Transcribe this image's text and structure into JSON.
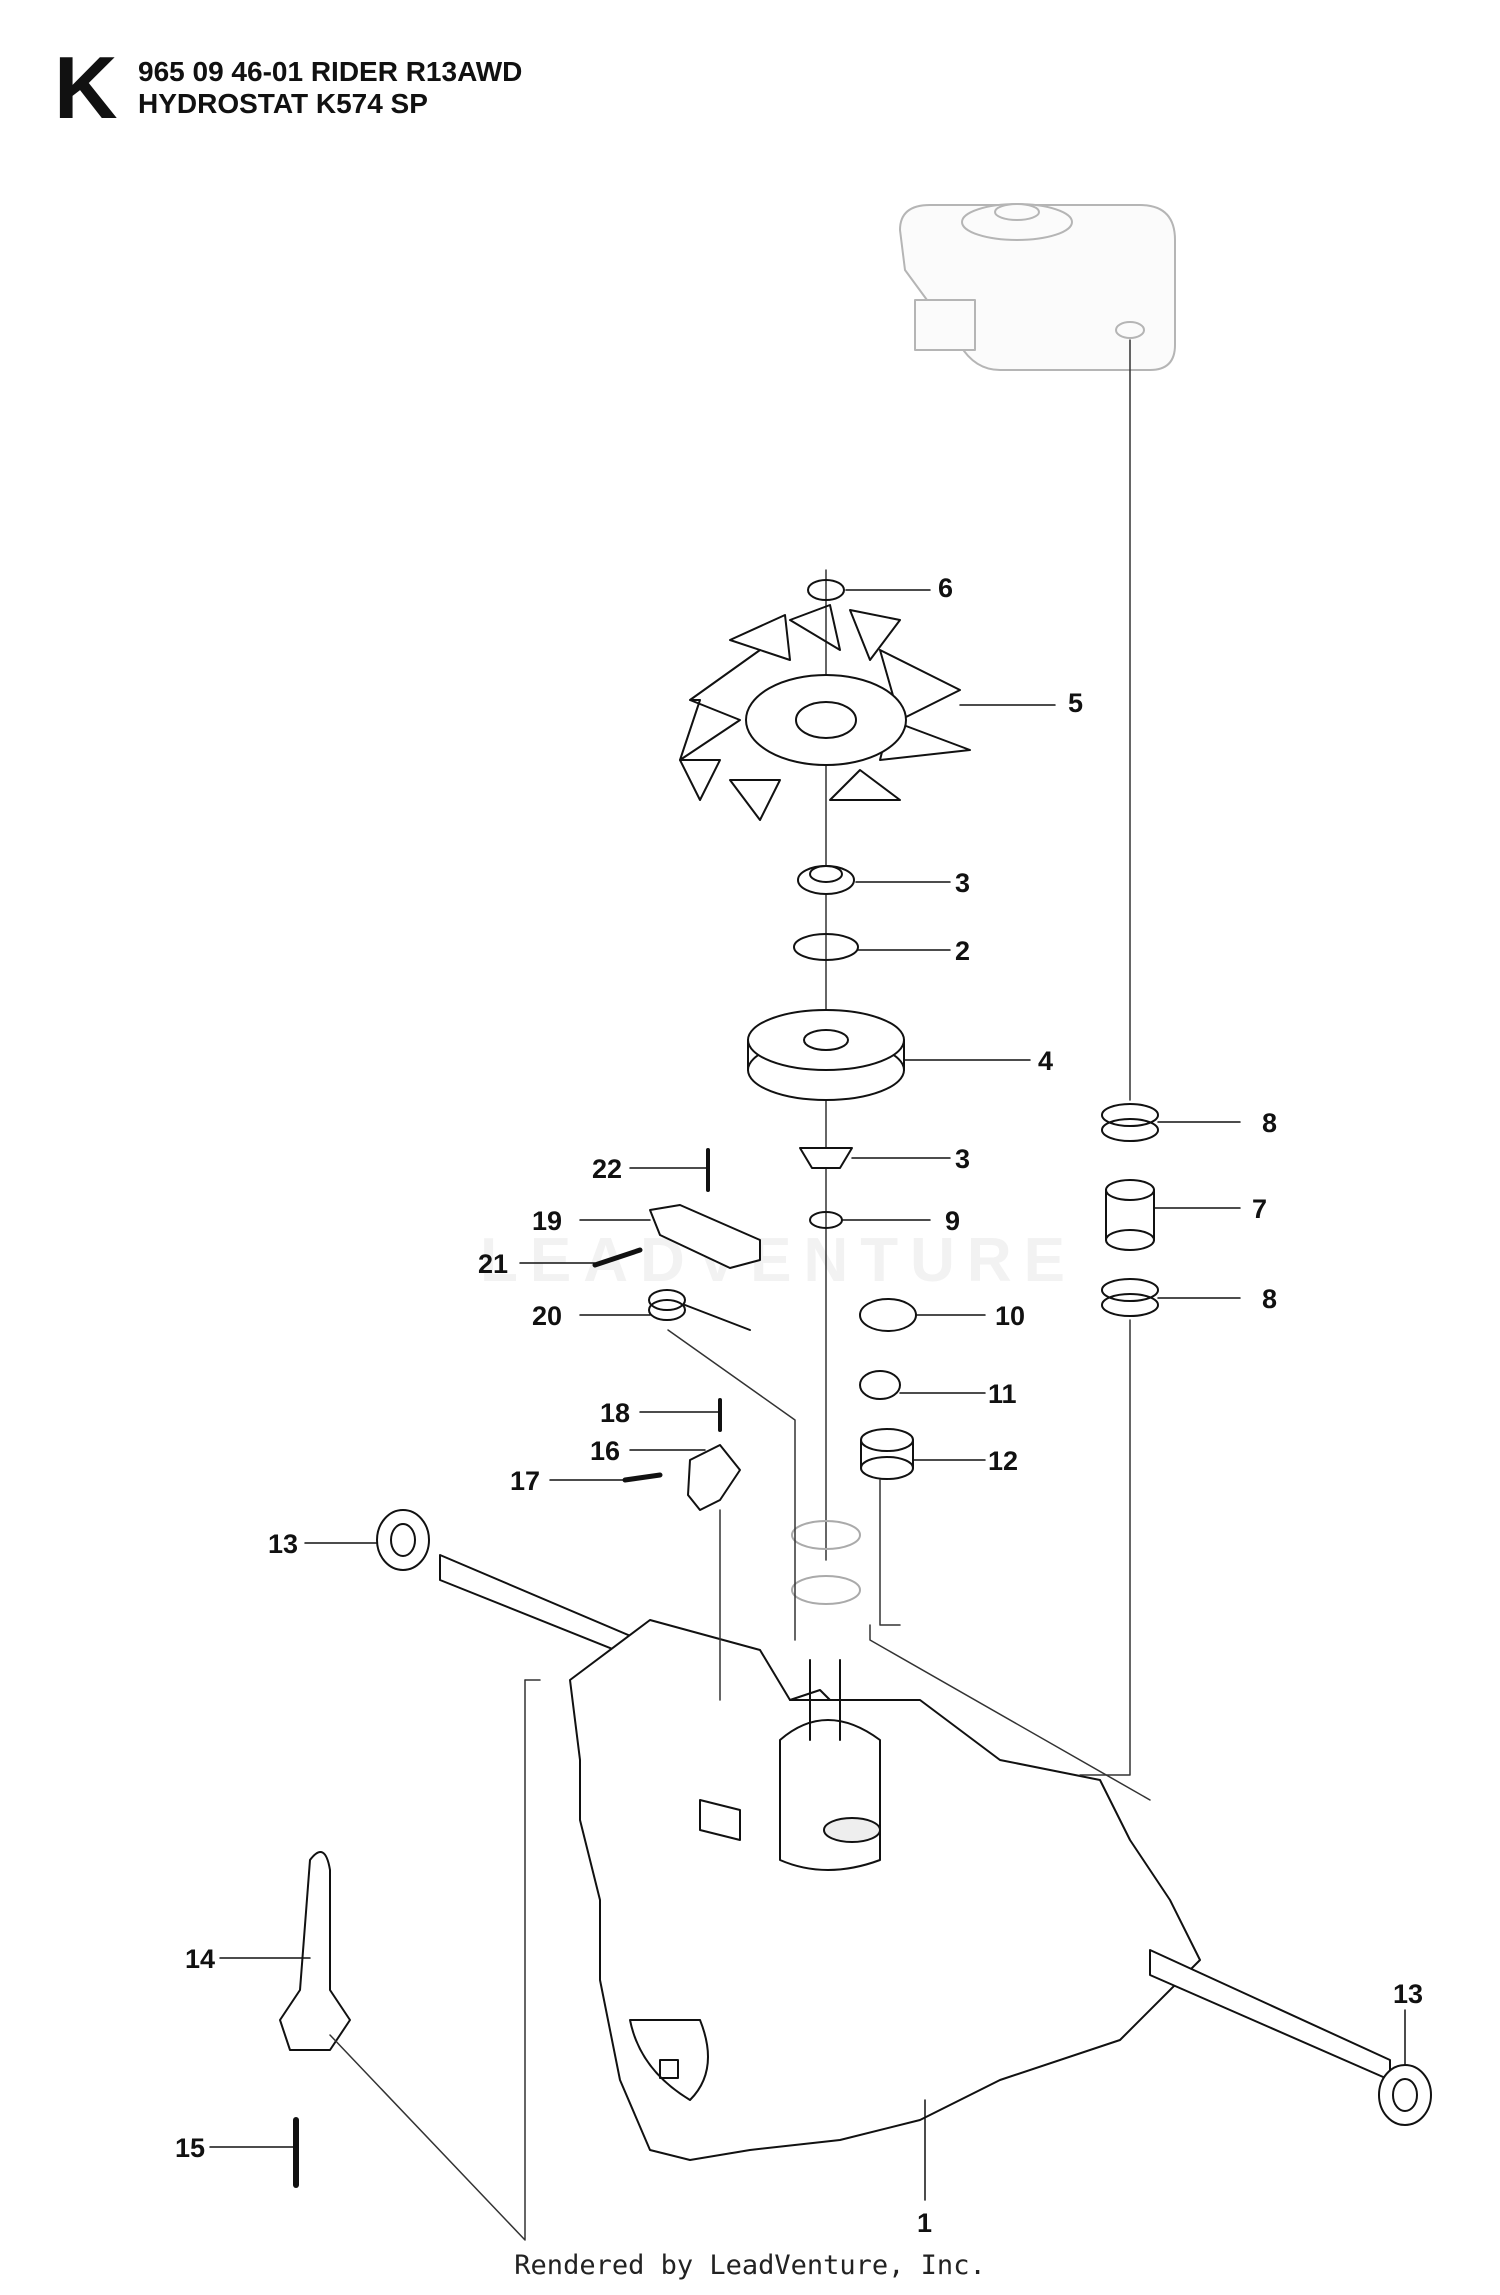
{
  "header": {
    "section_letter": "K",
    "model_line": "965 09 46-01 RIDER R13AWD",
    "assembly_line": "HYDROSTAT K574 SP"
  },
  "watermark": "LEADVENTURE",
  "footer": "Rendered by LeadVenture, Inc.",
  "callouts": [
    {
      "id": "6",
      "label": "6"
    },
    {
      "id": "5",
      "label": "5"
    },
    {
      "id": "3a",
      "label": "3"
    },
    {
      "id": "2",
      "label": "2"
    },
    {
      "id": "4",
      "label": "4"
    },
    {
      "id": "3b",
      "label": "3"
    },
    {
      "id": "9",
      "label": "9"
    },
    {
      "id": "22",
      "label": "22"
    },
    {
      "id": "19",
      "label": "19"
    },
    {
      "id": "21",
      "label": "21"
    },
    {
      "id": "20",
      "label": "20"
    },
    {
      "id": "10",
      "label": "10"
    },
    {
      "id": "11",
      "label": "11"
    },
    {
      "id": "12",
      "label": "12"
    },
    {
      "id": "18",
      "label": "18"
    },
    {
      "id": "16",
      "label": "16"
    },
    {
      "id": "17",
      "label": "17"
    },
    {
      "id": "13a",
      "label": "13"
    },
    {
      "id": "8a",
      "label": "8"
    },
    {
      "id": "7",
      "label": "7"
    },
    {
      "id": "8b",
      "label": "8"
    },
    {
      "id": "14",
      "label": "14"
    },
    {
      "id": "15",
      "label": "15"
    },
    {
      "id": "13b",
      "label": "13"
    },
    {
      "id": "1",
      "label": "1"
    }
  ]
}
